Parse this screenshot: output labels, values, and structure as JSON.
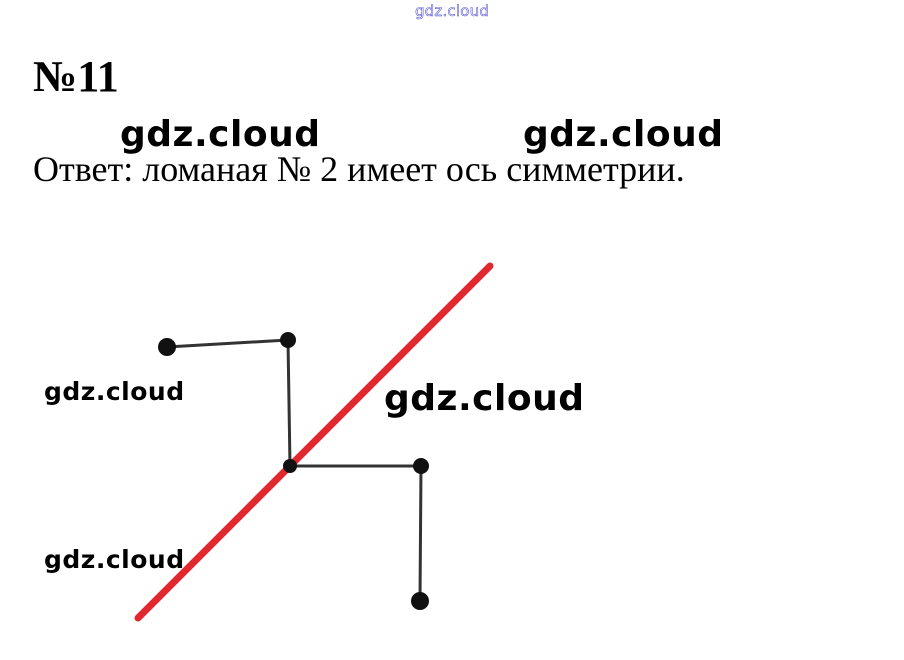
{
  "header": {
    "site_watermark": "gdz.cloud"
  },
  "problem": {
    "number": "№11",
    "answer": "Ответ: ломаная № 2 имеет ось симметрии."
  },
  "watermarks": {
    "top_left": "gdz.cloud",
    "top_right": "gdz.cloud",
    "middle": "gdz.cloud",
    "left_upper": "gdz.cloud",
    "left_lower": "gdz.cloud"
  },
  "figure": {
    "polyline_color": "#333333",
    "axis_color": "#e0282e",
    "vertex_color": "#111111"
  }
}
